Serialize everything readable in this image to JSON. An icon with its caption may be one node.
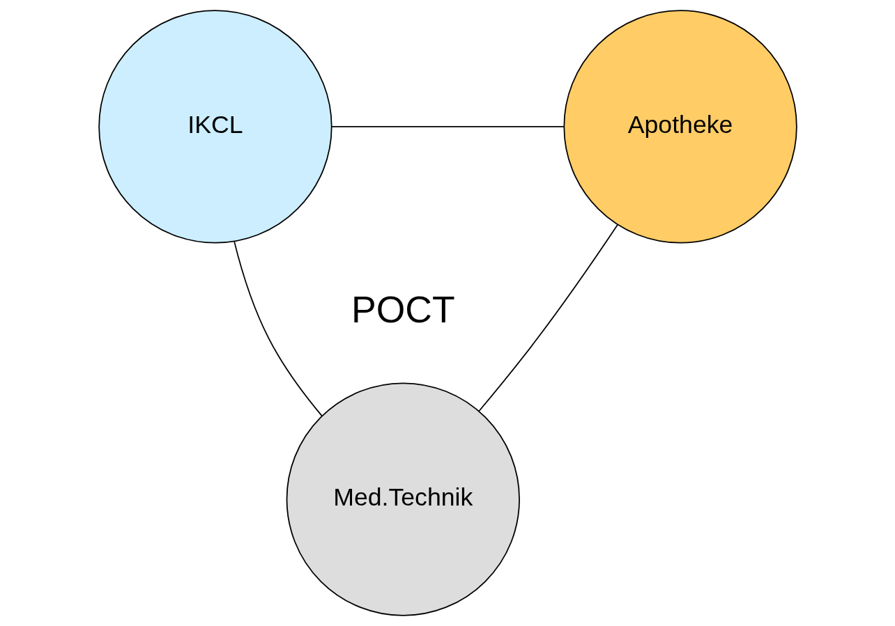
{
  "diagram": {
    "nodes": [
      {
        "text": [
          "IKCL"
        ]
      },
      {
        "text": [
          "Apotheke"
        ]
      },
      {
        "text": [
          "Med.Technik"
        ]
      }
    ],
    "edges": [
      {
        "from": 0,
        "to": 1,
        "arrow": "none"
      },
      {
        "from": 0,
        "to": 2,
        "arrow": "none"
      },
      {
        "from": 1,
        "to": 2,
        "arrow": "none"
      }
    ],
    "labels": [
      "POCT"
    ]
  }
}
